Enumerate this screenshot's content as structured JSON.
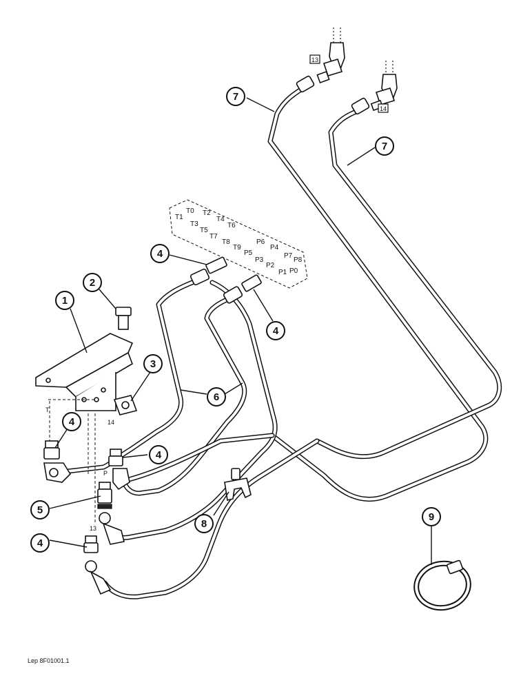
{
  "callouts": {
    "c1": "1",
    "c2": "2",
    "c3": "3",
    "c4a": "4",
    "c4b": "4",
    "c4c": "4",
    "c4d": "4",
    "c4e": "4",
    "c5": "5",
    "c6": "6",
    "c7a": "7",
    "c7b": "7",
    "c8": "8",
    "c9": "9"
  },
  "ports": [
    "T0",
    "T1",
    "T2",
    "T3",
    "T4",
    "T5",
    "T6",
    "T7",
    "T8",
    "T9",
    "P0",
    "P1",
    "P2",
    "P3",
    "P4",
    "P5",
    "P6",
    "P7",
    "P8"
  ],
  "tags": {
    "t13": "13",
    "t14": "14"
  },
  "bracket_labels": {
    "t": "T",
    "n14": "14",
    "p": "P",
    "n13": "13"
  },
  "reference": "Lep 8F01001.1"
}
